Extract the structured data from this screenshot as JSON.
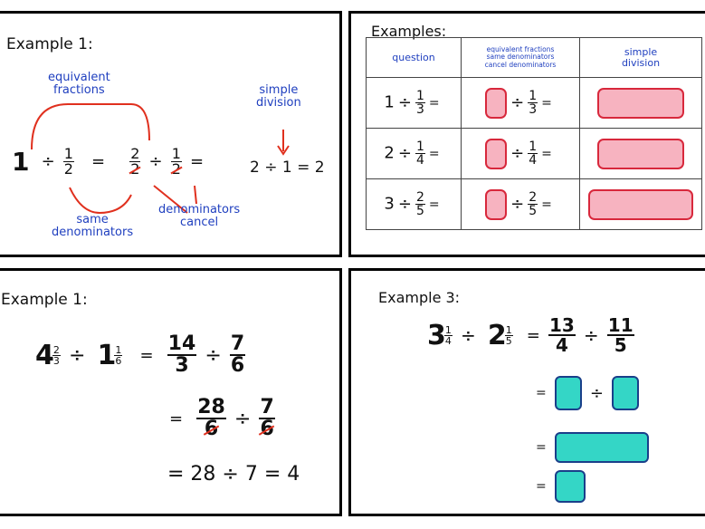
{
  "panel1": {
    "title": "Example 1:",
    "label_equivalent": "equivalent\nfractions",
    "label_simple": "simple\ndivision",
    "label_same": "same\ndenominators",
    "label_cancel": "denominators\ncancel",
    "whole": "1",
    "div": "÷",
    "eq": "=",
    "f1": {
      "n": "1",
      "d": "2"
    },
    "f2": {
      "n": "2",
      "d": "2"
    },
    "f3": {
      "n": "1",
      "d": "2"
    },
    "result": "2 ÷ 1 = 2"
  },
  "panel2": {
    "title": "Examples:",
    "headers": {
      "question": "question",
      "equivalent": "equivalent fractions\nsame denominators\ncancel denominators",
      "simple": "simple\ndivision"
    },
    "rows": [
      {
        "whole": "1",
        "fn": "1",
        "fd": "3"
      },
      {
        "whole": "2",
        "fn": "1",
        "fd": "4"
      },
      {
        "whole": "3",
        "fn": "2",
        "fd": "5"
      }
    ],
    "div": "÷",
    "eq": "="
  },
  "panel3": {
    "title": "Example 1:",
    "w1": "4",
    "m1": {
      "n": "2",
      "d": "3"
    },
    "w2": "1",
    "m2": {
      "n": "1",
      "d": "6"
    },
    "i1": {
      "n": "14",
      "d": "3"
    },
    "i2": {
      "n": "7",
      "d": "6"
    },
    "e1": {
      "n": "28",
      "d": "6"
    },
    "e2": {
      "n": "7",
      "d": "6"
    },
    "final": "= 28 ÷ 7 = 4",
    "div": "÷",
    "eq": "="
  },
  "panel4": {
    "title": "Example 3:",
    "w1": "3",
    "m1": {
      "n": "1",
      "d": "4"
    },
    "w2": "2",
    "m2": {
      "n": "1",
      "d": "5"
    },
    "i1": {
      "n": "13",
      "d": "4"
    },
    "i2": {
      "n": "11",
      "d": "5"
    },
    "div": "÷",
    "eq": "="
  },
  "colors": {
    "blue": "#1f3fbf",
    "red": "#e0301e",
    "pink": "#f7b3c0",
    "teal": "#34d6c6"
  }
}
